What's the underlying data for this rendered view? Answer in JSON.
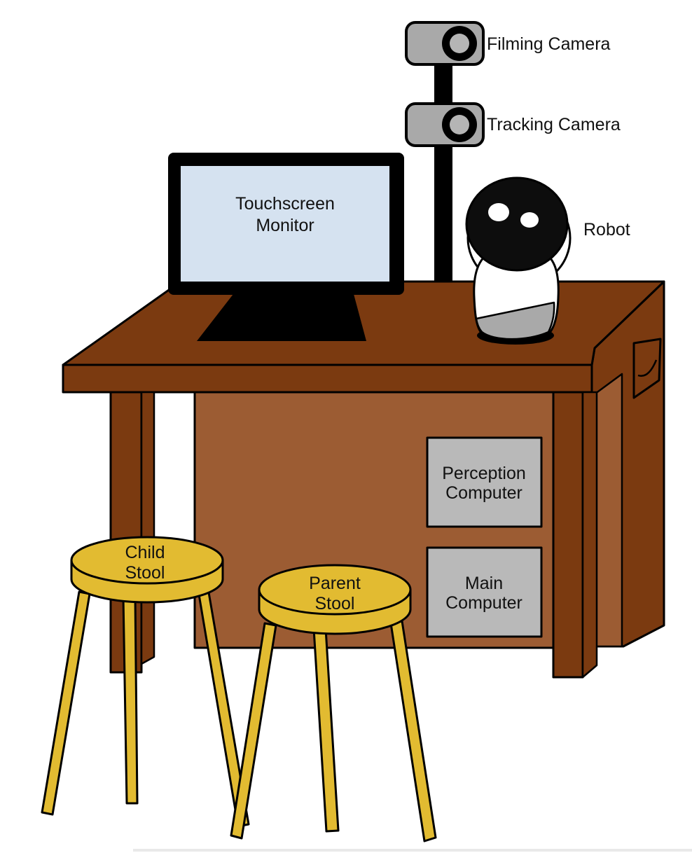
{
  "labels": {
    "filming_camera": "Filming Camera",
    "tracking_camera": "Tracking Camera",
    "robot": "Robot",
    "monitor": [
      "Touchscreen",
      "Monitor"
    ],
    "perception_computer": [
      "Perception",
      "Computer"
    ],
    "main_computer": [
      "Main",
      "Computer"
    ],
    "child_stool": [
      "Child",
      "Stool"
    ],
    "parent_stool": [
      "Parent",
      "Stool"
    ]
  },
  "colors": {
    "desk_dark": "#7b3a10",
    "desk_light": "#9c5c33",
    "stool_yellow": "#e2bb31",
    "camera_body_gray": "#a9a9a9",
    "camera_lens_gray": "#b5b5b5",
    "computer_box_gray": "#b9b9b9",
    "screen_blue": "#d5e2f0",
    "robot_band_gray": "#a9a9a9",
    "outline_black": "#000000",
    "background": "#ffffff"
  }
}
